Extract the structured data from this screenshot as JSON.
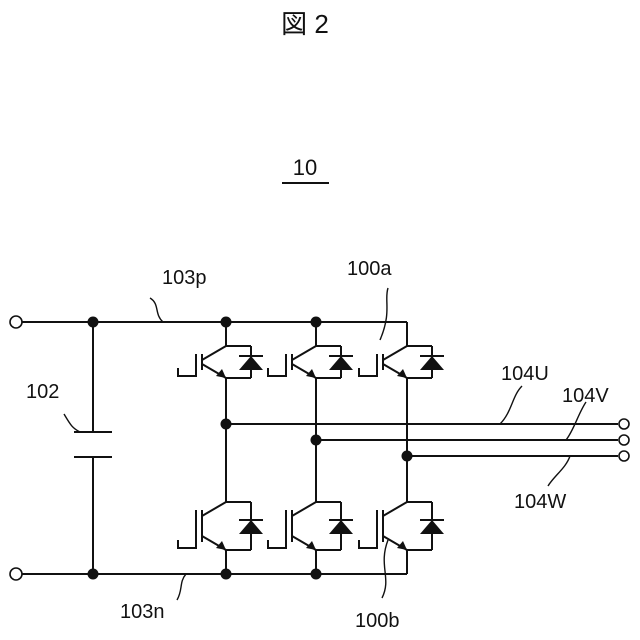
{
  "figure": {
    "title": "図 2",
    "ref_main": "10"
  },
  "labels": {
    "positive_bus": "103p",
    "negative_bus": "103n",
    "capacitor": "102",
    "upper_switch": "100a",
    "lower_switch": "100b",
    "out_u": "104U",
    "out_v": "104V",
    "out_w": "104W"
  },
  "colors": {
    "line": "#111111",
    "background": "#ffffff"
  }
}
